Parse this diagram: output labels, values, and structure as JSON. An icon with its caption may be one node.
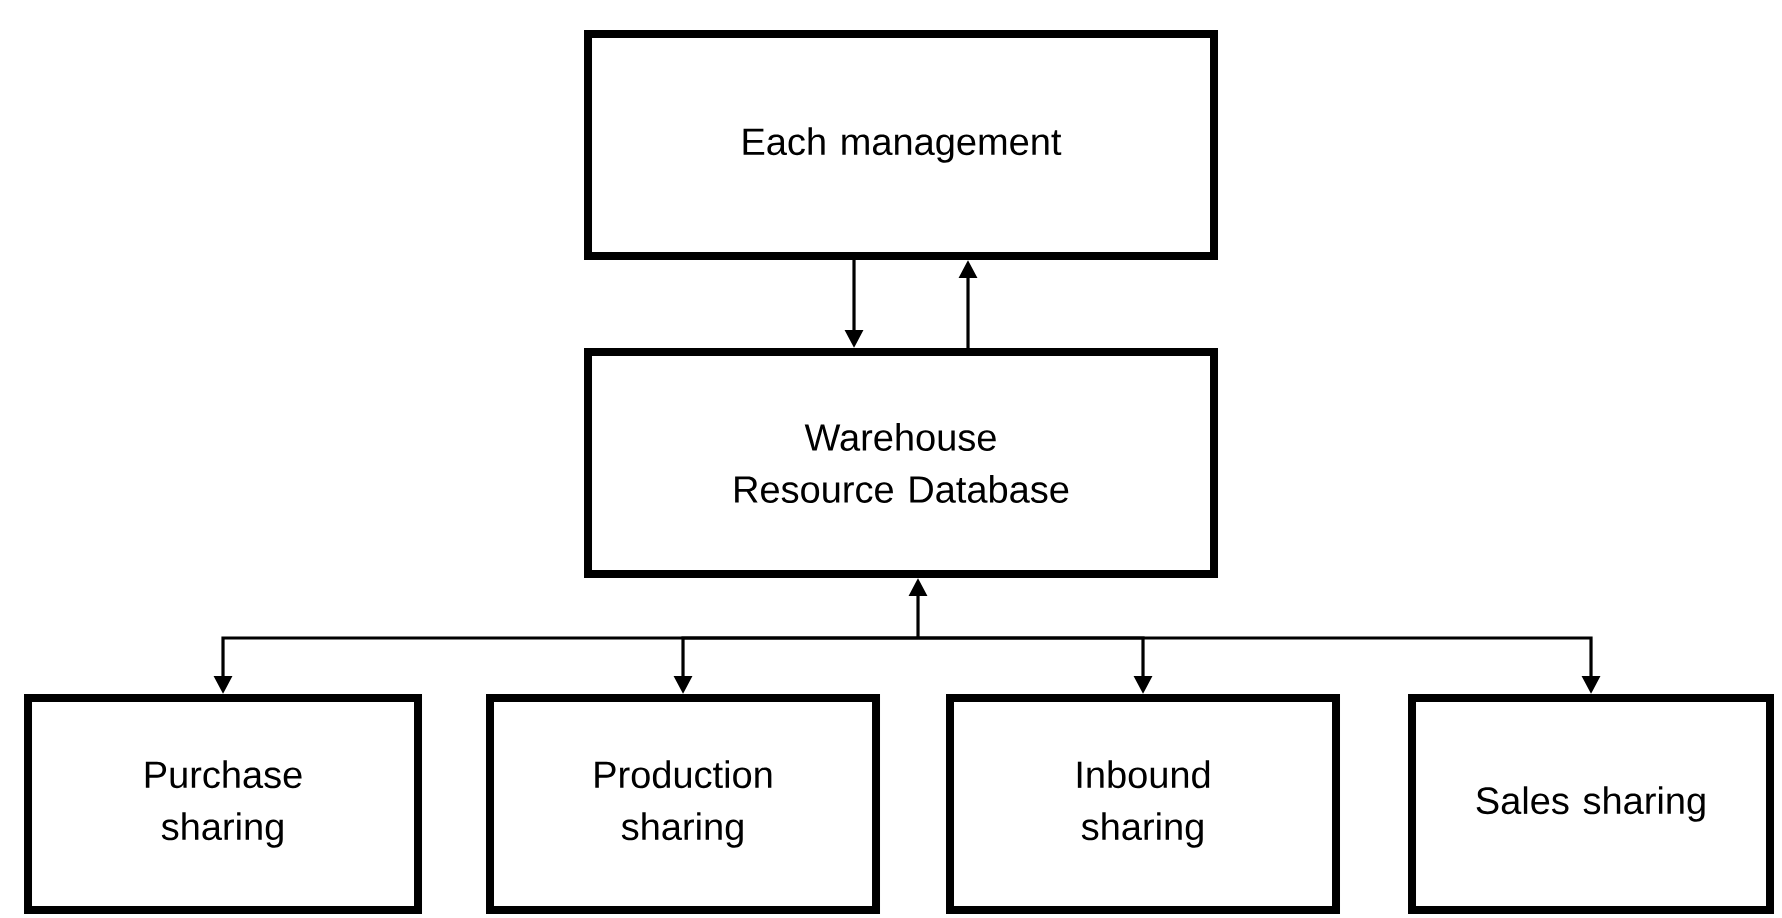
{
  "diagram": {
    "nodes": [
      {
        "text": [
          "Each management"
        ]
      },
      {
        "text": [
          "Warehouse Resource Database"
        ]
      },
      {
        "text": [
          "Purchase sharing"
        ]
      },
      {
        "text": [
          "Production sharing"
        ]
      },
      {
        "text": [
          "Inbound sharing"
        ]
      },
      {
        "text": [
          "Sales sharing"
        ]
      }
    ],
    "edges": [
      {
        "from": 0,
        "to": 1,
        "arrow": "to"
      },
      {
        "from": 1,
        "to": 0,
        "arrow": "to"
      },
      {
        "from": 1,
        "to": 2,
        "arrow": "both"
      },
      {
        "from": 1,
        "to": 3,
        "arrow": "both"
      },
      {
        "from": 1,
        "to": 4,
        "arrow": "both"
      },
      {
        "from": 1,
        "to": 5,
        "arrow": "both"
      }
    ]
  }
}
